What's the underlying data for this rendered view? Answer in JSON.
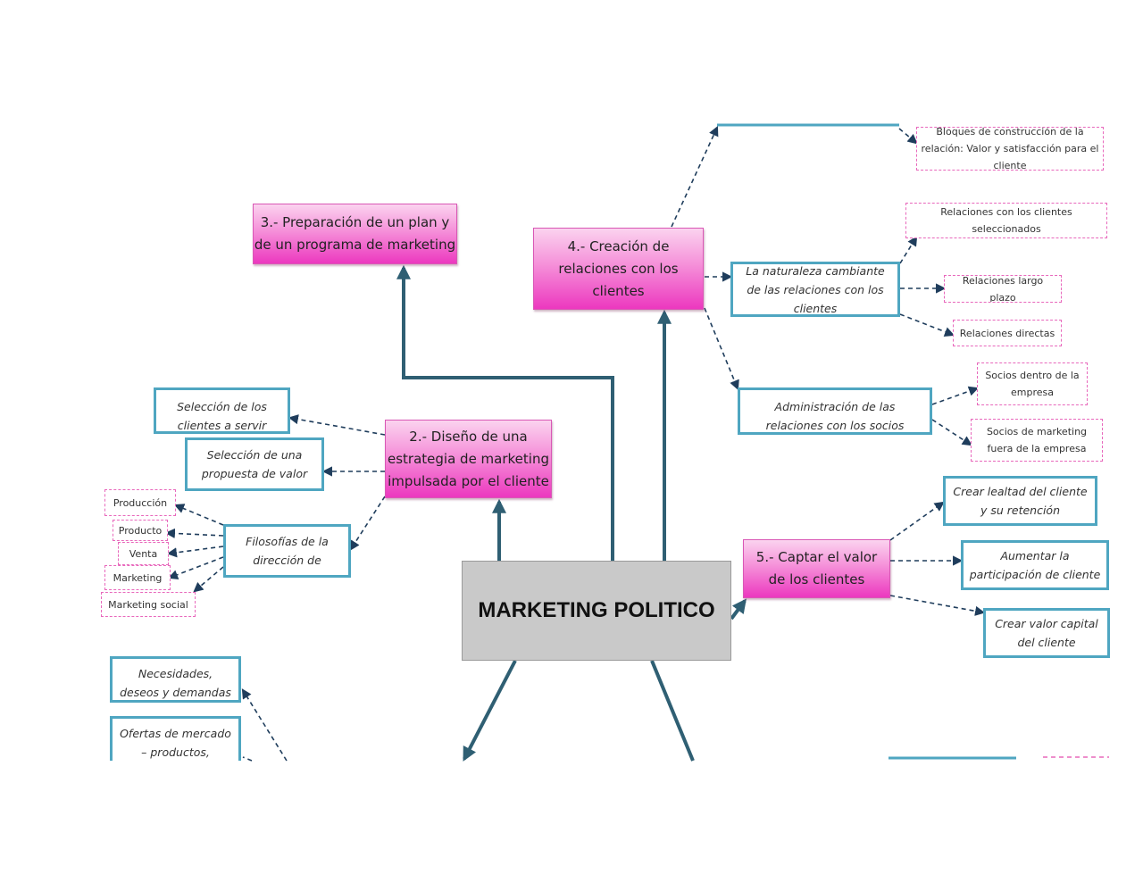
{
  "center": {
    "title": "MARKETING POLITICO"
  },
  "steps": {
    "s2": "2.- Diseño de una estrategia de marketing impulsada por el cliente",
    "s3": "3.- Preparación de un plan y de un programa de marketing",
    "s4": "4.- Creación de relaciones con los clientes",
    "s5": "5.- Captar el valor de los clientes"
  },
  "s2_children": {
    "seleccion_clientes": "Selección de los clientes a servir",
    "propuesta_valor": "Selección de una propuesta de valor",
    "filosofias": "Filosofías de la dirección de",
    "philosophies": [
      "Producción",
      "Producto",
      "Venta",
      "Marketing",
      "Marketing social"
    ]
  },
  "s4_children": {
    "bloques": "Bloques de construcción de la relación: Valor y satisfacción para el cliente",
    "naturaleza": "La naturaleza cambiante de las relaciones con los clientes",
    "clientes_seleccionados": "Relaciones con los clientes seleccionados",
    "largo_plazo": "Relaciones largo plazo",
    "directas": "Relaciones directas",
    "administracion": "Administración de las relaciones con los socios",
    "socios_dentro": "Socios dentro de la empresa",
    "socios_fuera": "Socios de marketing fuera de la empresa"
  },
  "s5_children": {
    "lealtad": "Crear lealtad del cliente y su retención",
    "participacion": "Aumentar la participación de cliente",
    "capital": "Crear valor capital del cliente"
  },
  "s1_children": {
    "necesidades": "Necesidades, deseos y demandas del cliente",
    "ofertas": "Ofertas de mercado – productos, servicios y"
  },
  "colors": {
    "pink_fill": "#f590d9",
    "pink_border": "#e868bc",
    "blue_border": "#4fa6c1",
    "trunk": "#2f5f73",
    "center_fill": "#c9c9c9"
  }
}
